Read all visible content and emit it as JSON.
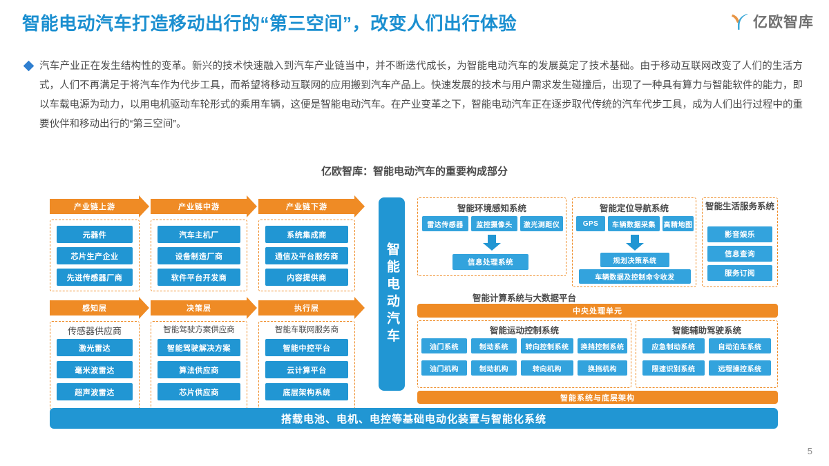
{
  "header": {
    "title": "智能电动汽车打造移动出行的“第三空间”，改变人们出行体验",
    "logo_text": "亿欧智库",
    "accent_blue": "#1b8fd0",
    "accent_orange": "#ef8b25"
  },
  "body": {
    "paragraph": "汽车产业正在发生结构性的变革。新兴的技术快速融入到汽车产业链当中，并不断迭代成长，为智能电动汽车的发展奠定了技术基础。由于移动互联网改变了人们的生活方式，人们不再满足于将汽车作为代步工具，而希望将移动互联网的应用搬到汽车产品上。快速发展的技术与用户需求发生碰撞后，出现了一种具有算力与智能软件的能力，即以车载电源为动力，以用电机驱动车轮形式的乘用车辆，这便是智能电动汽车。在产业变革之下，智能电动汽车正在逐步取代传统的汽车代步工具，成为人们出行过程中的重要伙伴和移动出行的“第三空间”。"
  },
  "diagram": {
    "title": "亿欧智库：智能电动汽车的重要构成部分",
    "center_label": "智能电动汽车",
    "chain_row": {
      "upstream": {
        "header": "产业链上游",
        "items": [
          "元器件",
          "芯片生产企业",
          "先进传感器厂商"
        ]
      },
      "midstream": {
        "header": "产业链中游",
        "items": [
          "汽车主机厂",
          "设备制造厂商",
          "软件平台开发商"
        ]
      },
      "downstream": {
        "header": "产业链下游",
        "items": [
          "系统集成商",
          "通信及平台服务商",
          "内容提供商"
        ]
      }
    },
    "layer_row": {
      "perception": {
        "header": "感知层",
        "group": "传感器供应商",
        "items": [
          "激光雷达",
          "毫米波雷达",
          "超声波雷达"
        ]
      },
      "decision": {
        "header": "决策层",
        "group": "智能驾驶方案供应商",
        "items": [
          "智能驾驶解决方案",
          "算法供应商",
          "芯片供应商"
        ]
      },
      "execution": {
        "header": "执行层",
        "group": "智能车联网服务商",
        "items": [
          "智能中控平台",
          "云计算平台",
          "底层架构系统"
        ]
      }
    },
    "right": {
      "env_perception": {
        "title": "智能环境感知系统",
        "inputs": [
          "雷达传感器",
          "监控摄像头",
          "激光测距仪"
        ],
        "output": "信息处理系统"
      },
      "navigation": {
        "title": "智能定位导航系统",
        "inputs": [
          "GPS",
          "车辆数据采集",
          "高精地图"
        ],
        "output": "规划决策系统",
        "output2": "车辆数据及控制命令收发"
      },
      "life_service": {
        "title": "智能生活服务系统",
        "items": [
          "影音娱乐",
          "信息查询",
          "服务订阅"
        ]
      },
      "compute_label": "智能计算系统与大数据平台",
      "cpu_bar": "中央处理单元",
      "motion_control": {
        "title": "智能运动控制系统",
        "row1": [
          "油门系统",
          "制动系统",
          "转向控制系统",
          "换挡控制系统"
        ],
        "row2": [
          "油门机构",
          "制动机构",
          "转向机构",
          "换挡机构"
        ]
      },
      "adas": {
        "title": "智能辅助驾驶系统",
        "items": [
          "应急制动系统",
          "自动泊车系统",
          "限速识别系统",
          "远程操控系统"
        ]
      },
      "arch_bar": "智能系统与底层架构"
    },
    "foundation_bar": "搭载电池、电机、电控等基础电动化装置与智能化系统"
  },
  "footer": {
    "page_number": "5"
  }
}
